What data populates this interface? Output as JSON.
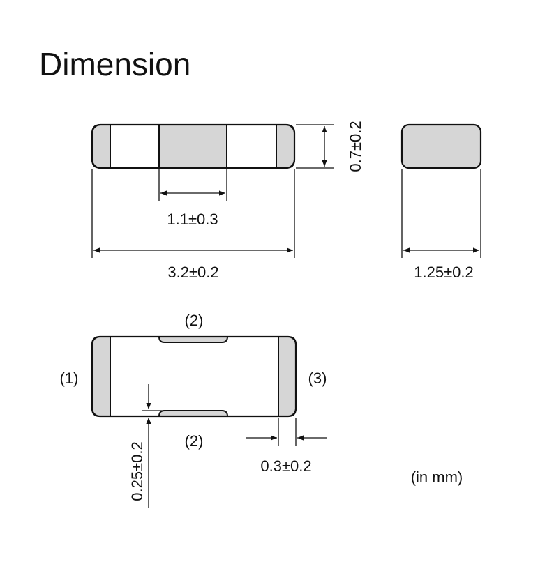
{
  "title": "Dimension",
  "colors": {
    "terminal_fill": "#d6d6d6",
    "body_fill": "#ffffff",
    "line": "#111111"
  },
  "top_view": {
    "length_label": "3.2±0.2",
    "electrode_label": "1.1±0.3",
    "thickness_label": "0.7±0.2"
  },
  "side_view": {
    "width_label": "1.25±0.2"
  },
  "bottom_view": {
    "terminal_1": "(1)",
    "terminal_2_top": "(2)",
    "terminal_2_bottom": "(2)",
    "terminal_3": "(3)",
    "gap_label": "0.25±0.2",
    "end_label": "0.3±0.2"
  },
  "unit_note": "(in mm)"
}
